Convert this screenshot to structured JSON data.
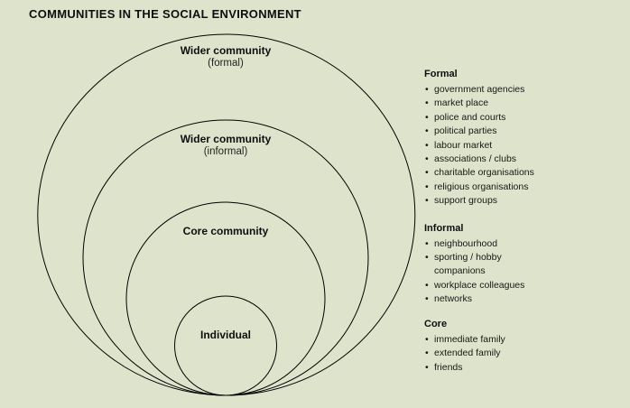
{
  "title": "COMMUNITIES IN THE SOCIAL ENVIRONMENT",
  "colors": {
    "background": "#dee4cc",
    "circle_stroke": "#000000",
    "text": "#111111"
  },
  "diagram": {
    "rings": [
      {
        "label": "Wider community",
        "sublabel": "(formal)"
      },
      {
        "label": "Wider community",
        "sublabel": "(informal)"
      },
      {
        "label": "Core community",
        "sublabel": ""
      },
      {
        "label": "Individual",
        "sublabel": ""
      }
    ]
  },
  "legend": {
    "sections": [
      {
        "heading": "Formal",
        "items": [
          "government agencies",
          "market place",
          "police and courts",
          "political parties",
          "labour market",
          "associations / clubs",
          "charitable organisations",
          "religious organisations",
          "support groups"
        ]
      },
      {
        "heading": "Informal",
        "items": [
          "neighbourhood",
          "sporting / hobby companions",
          "workplace colleagues",
          "networks"
        ]
      },
      {
        "heading": "Core",
        "items": [
          "immediate family",
          "extended family",
          "friends"
        ]
      }
    ]
  }
}
